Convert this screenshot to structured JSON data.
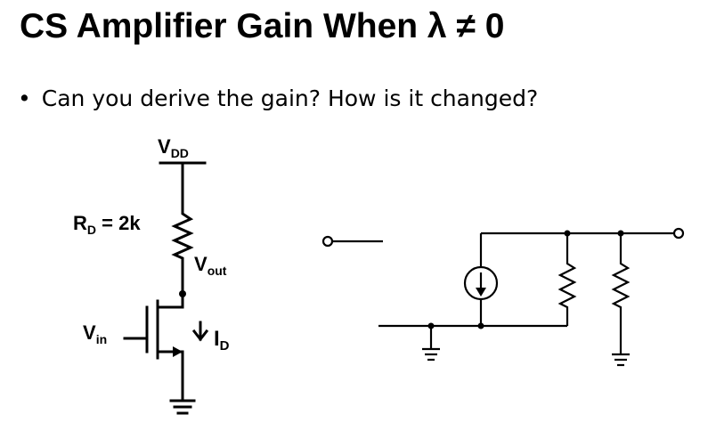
{
  "slide": {
    "title": "CS Amplifier Gain When λ ≠ 0",
    "bullet_symbol": "•",
    "bullet_text": "Can you derive the gain? How is it changed?"
  },
  "circuit": {
    "vdd_main": "V",
    "vdd_sub": "DD",
    "rd_main": "R",
    "rd_sub": "D",
    "rd_value": " = 2k",
    "vout_main": "V",
    "vout_sub": "out",
    "vin_main": "V",
    "vin_sub": "in",
    "id_arrow": "↓",
    "id_main": "I",
    "id_sub": "D"
  }
}
